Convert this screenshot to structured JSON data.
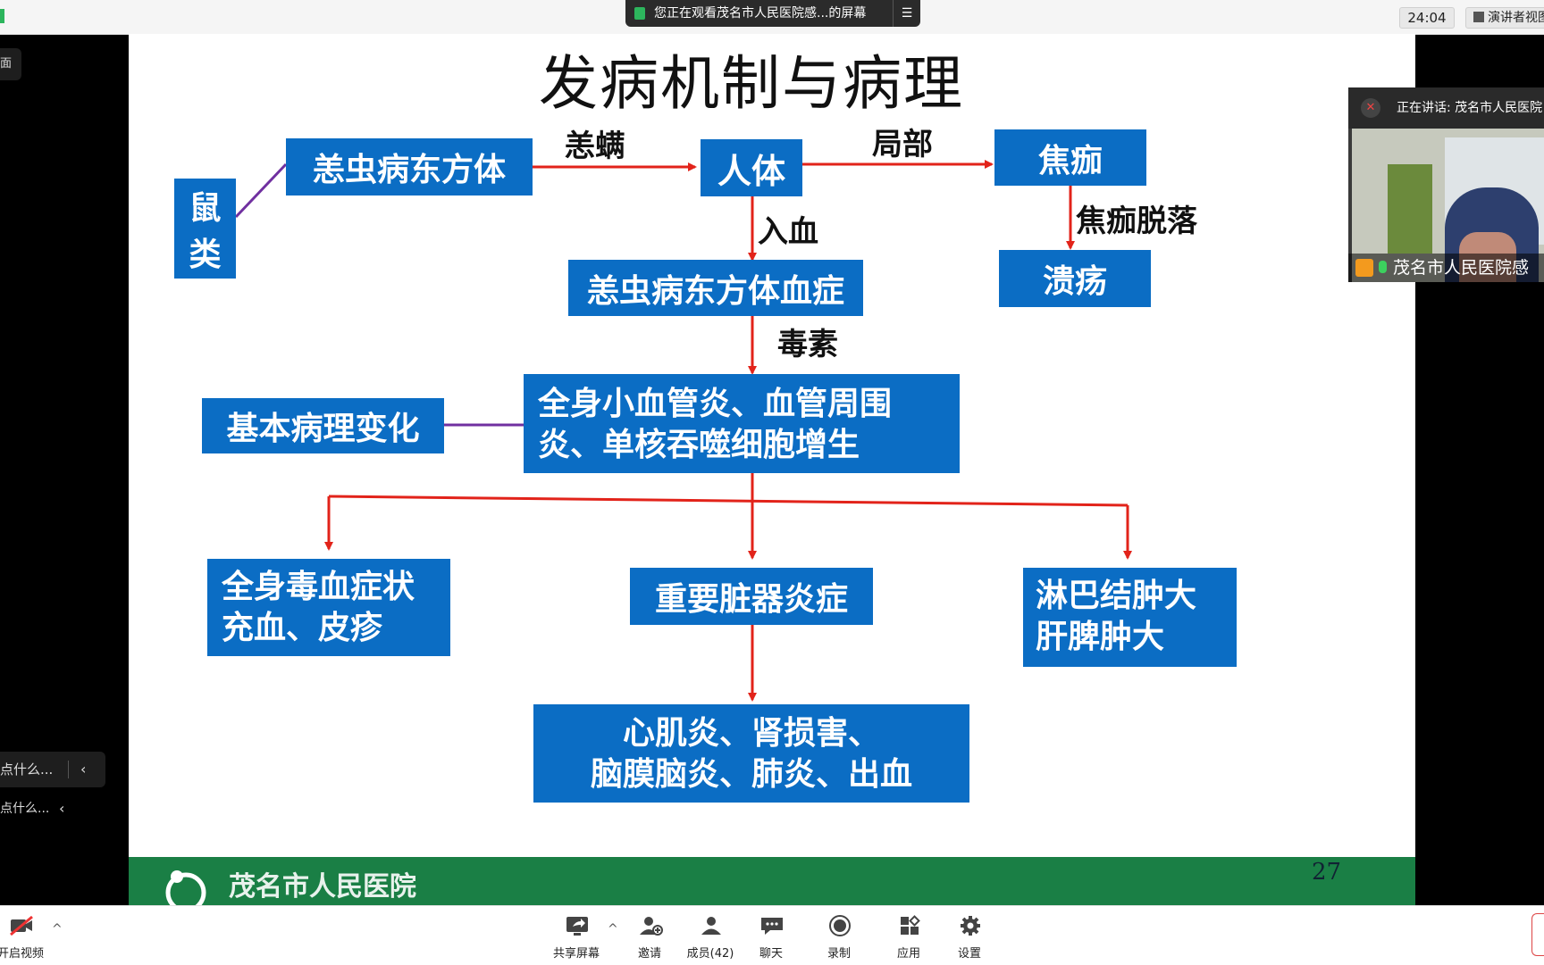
{
  "top_bar": {
    "share_banner": "您正在观看茂名市人民医院感...的屏幕",
    "timer": "24:04",
    "view_button": "演讲者视图"
  },
  "left_panel": {
    "pill_text": "面",
    "chat_prompt_1": "点什么...",
    "chat_prompt_2": "点什么...",
    "collapse_glyph": "‹"
  },
  "slide": {
    "title": "发病机制与病理",
    "nodes": {
      "rodent": [
        "鼠",
        "类"
      ],
      "pathogen": "恙虫病东方体",
      "human": "人体",
      "eschar": "焦痂",
      "ulcer": "溃疡",
      "bacteremia": "恙虫病东方体血症",
      "pathology": [
        "全身小血管炎、血管周围",
        "炎、单核吞噬细胞增生"
      ],
      "basic_change": "基本病理变化",
      "systemic": [
        "全身毒血症状",
        "充血、皮疹"
      ],
      "organ": "重要脏器炎症",
      "lymph": [
        "淋巴结肿大",
        "肝脾肿大"
      ],
      "complications": [
        "心肌炎、肾损害、",
        "脑膜脑炎、肺炎、出血"
      ]
    },
    "edge_labels": {
      "mite": "恙螨",
      "local": "局部",
      "into_blood": "入血",
      "eschar_off": "焦痂脱落",
      "toxin": "毒素"
    },
    "footer": {
      "hospital": "茂名市人民医院",
      "page_number": "27"
    },
    "colors": {
      "box": "#0b6dc4",
      "arrow": "#e2231a",
      "connector": "#7030a0",
      "footer": "#1a7f45"
    }
  },
  "speaker_video": {
    "speaking_label": "正在讲话: 茂名市人民医院",
    "name": "茂名市人民医院感"
  },
  "toolbar": {
    "items": [
      {
        "label": "开启视频",
        "icon": "camera-off-icon"
      },
      {
        "label": "共享屏幕",
        "icon": "share-screen-icon"
      },
      {
        "label": "邀请",
        "icon": "invite-user-icon"
      },
      {
        "label": "成员(42)",
        "icon": "members-icon"
      },
      {
        "label": "聊天",
        "icon": "chat-icon"
      },
      {
        "label": "录制",
        "icon": "record-icon"
      },
      {
        "label": "应用",
        "icon": "apps-icon"
      },
      {
        "label": "设置",
        "icon": "gear-icon"
      }
    ],
    "caret": "^"
  }
}
